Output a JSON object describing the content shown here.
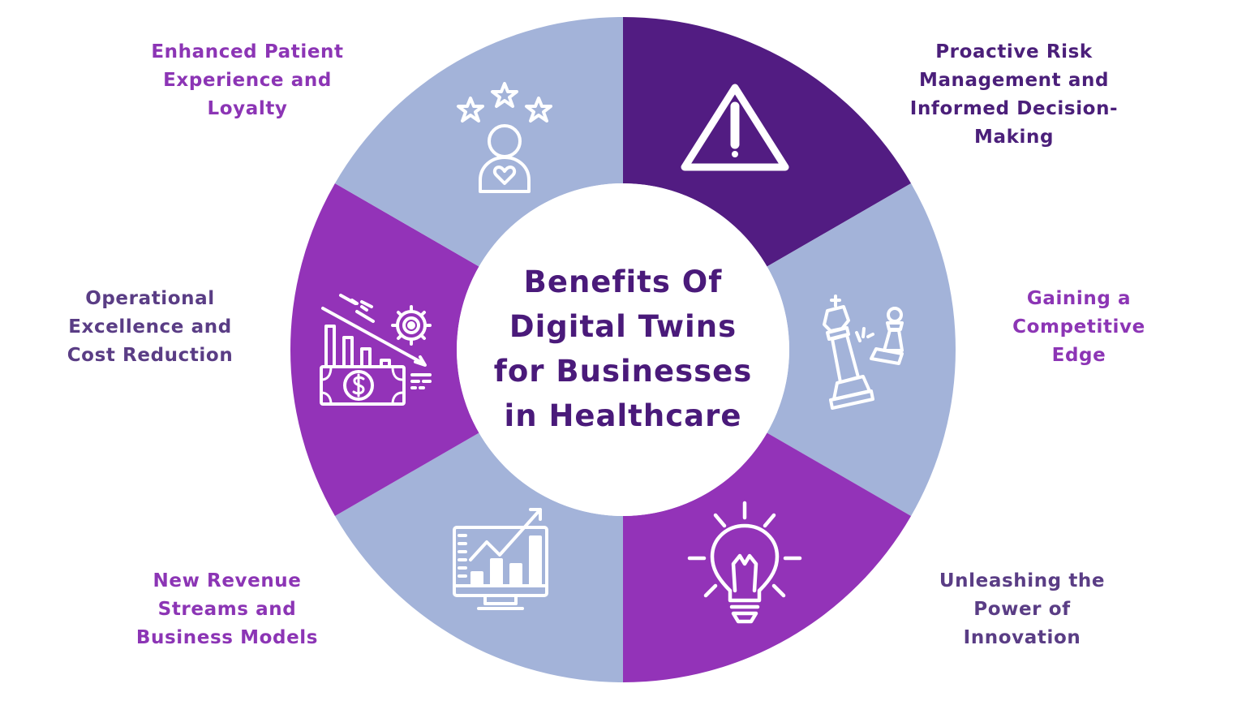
{
  "title": {
    "lines": [
      "Benefits Of",
      "Digital Twins",
      "for Businesses",
      "in Healthcare"
    ]
  },
  "colors": {
    "dark_purple": "#521c82",
    "light_blue": "#a3b3d9",
    "purple": "#9333b8",
    "center_fill": "#ffffff",
    "title_text": "#4a1a7a",
    "icon_stroke": "#ffffff"
  },
  "segments": [
    {
      "id": "proactive-risk",
      "icon": "warning-triangle-icon",
      "fill": "dark_purple",
      "label_lines": [
        "Proactive Risk",
        "Management and",
        "Informed Decision-",
        "Making"
      ]
    },
    {
      "id": "competitive-edge",
      "icon": "chess-king-pawn-icon",
      "fill": "light_blue",
      "label_lines": [
        "Gaining a",
        "Competitive",
        "Edge"
      ]
    },
    {
      "id": "innovation",
      "icon": "lightbulb-icon",
      "fill": "purple",
      "label_lines": [
        "Unleashing the",
        "Power of",
        "Innovation"
      ]
    },
    {
      "id": "new-revenue",
      "icon": "monitor-growth-chart-icon",
      "fill": "light_blue",
      "label_lines": [
        "New Revenue",
        "Streams and",
        "Business Models"
      ]
    },
    {
      "id": "operational-excellence",
      "icon": "cost-reduction-chart-gear-icon",
      "fill": "purple",
      "label_lines": [
        "Operational",
        "Excellence and",
        "Cost Reduction"
      ]
    },
    {
      "id": "patient-experience",
      "icon": "customer-rating-heart-icon",
      "fill": "light_blue",
      "label_lines": [
        "Enhanced Patient",
        "Experience and",
        "Loyalty"
      ]
    }
  ]
}
